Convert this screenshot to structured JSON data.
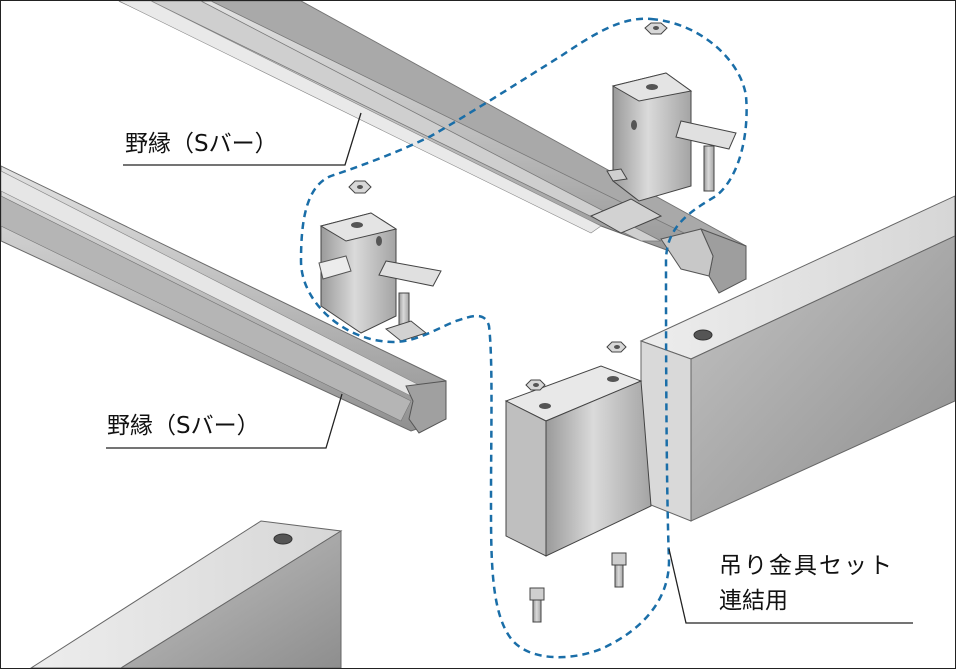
{
  "labels": {
    "upper_purlin": "野縁（Sバー）",
    "lower_purlin": "野縁（Sバー）",
    "hanger_set": "吊り金具セット",
    "connection": "連結用"
  },
  "colors": {
    "rail_light": "#d4d4d4",
    "rail_mid": "#b3b3b3",
    "rail_dark": "#8c8c8c",
    "beam_top": "#e6e6e6",
    "beam_side": "#a9a9a9",
    "dashed_outline": "#1a6ea8",
    "leader_line": "#222222"
  },
  "icons": [
    "hanger-bracket",
    "u-channel-connector",
    "hex-nut",
    "bolt"
  ]
}
